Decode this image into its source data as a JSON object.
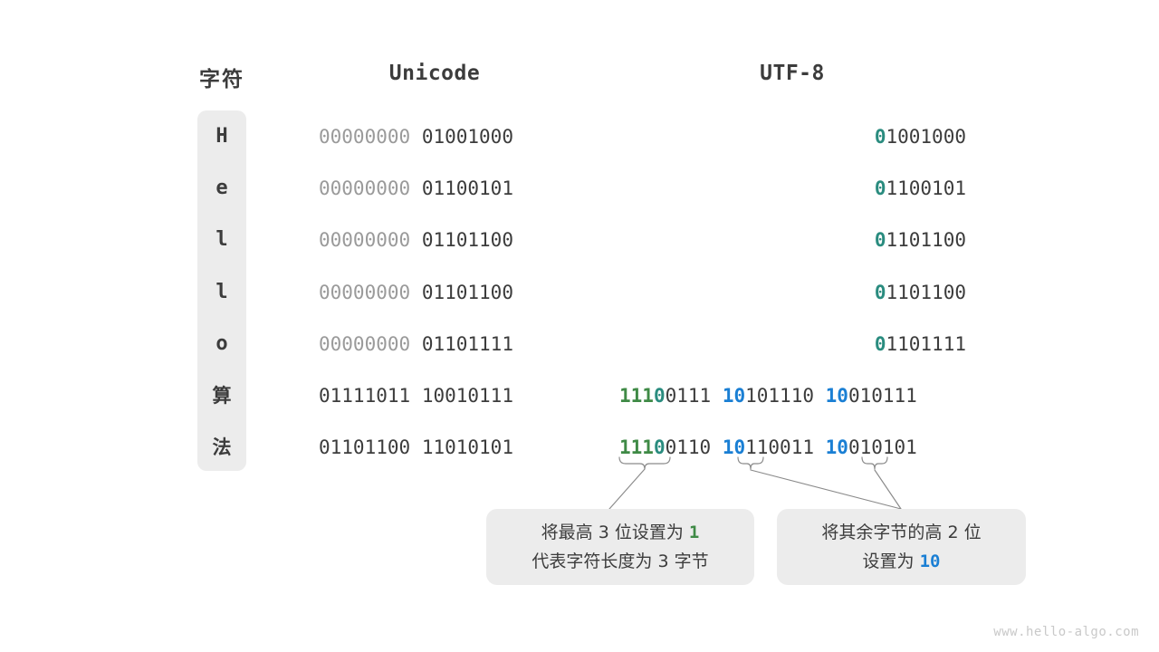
{
  "headers": {
    "char": "字符",
    "unicode": "Unicode",
    "utf8": "UTF-8"
  },
  "rows": [
    {
      "char": "H",
      "char_is_mono": true,
      "unicode_high": "00000000",
      "unicode_low": "01001000",
      "utf8_bytes": [
        {
          "prefix": "0",
          "prefix_color": "teal",
          "rest": "1001000"
        }
      ]
    },
    {
      "char": "e",
      "char_is_mono": true,
      "unicode_high": "00000000",
      "unicode_low": "01100101",
      "utf8_bytes": [
        {
          "prefix": "0",
          "prefix_color": "teal",
          "rest": "1100101"
        }
      ]
    },
    {
      "char": "l",
      "char_is_mono": true,
      "unicode_high": "00000000",
      "unicode_low": "01101100",
      "utf8_bytes": [
        {
          "prefix": "0",
          "prefix_color": "teal",
          "rest": "1101100"
        }
      ]
    },
    {
      "char": "l",
      "char_is_mono": true,
      "unicode_high": "00000000",
      "unicode_low": "01101100",
      "utf8_bytes": [
        {
          "prefix": "0",
          "prefix_color": "teal",
          "rest": "1101100"
        }
      ]
    },
    {
      "char": "o",
      "char_is_mono": true,
      "unicode_high": "00000000",
      "unicode_low": "01101111",
      "utf8_bytes": [
        {
          "prefix": "0",
          "prefix_color": "teal",
          "rest": "1101111"
        }
      ]
    },
    {
      "char": "算",
      "char_is_mono": false,
      "unicode_high": "01111011",
      "unicode_low": "10010111",
      "utf8_bytes": [
        {
          "prefix": "111",
          "prefix_color": "green",
          "prefix2": "0",
          "prefix2_color": "teal",
          "rest": "0111"
        },
        {
          "prefix": "10",
          "prefix_color": "blue",
          "rest": "101110"
        },
        {
          "prefix": "10",
          "prefix_color": "blue",
          "rest": "010111"
        }
      ]
    },
    {
      "char": "法",
      "char_is_mono": false,
      "unicode_high": "01101100",
      "unicode_low": "11010101",
      "utf8_bytes": [
        {
          "prefix": "111",
          "prefix_color": "green",
          "prefix2": "0",
          "prefix2_color": "teal",
          "rest": "0110"
        },
        {
          "prefix": "10",
          "prefix_color": "blue",
          "rest": "110011"
        },
        {
          "prefix": "10",
          "prefix_color": "blue",
          "rest": "010101"
        }
      ]
    }
  ],
  "callouts": [
    {
      "line1_a": "将最高 3 位设置为 ",
      "line1_b": "1",
      "line1_b_color": "green",
      "line2_a": "代表字符长度为 3 字节",
      "line2_b": "",
      "line2_b_color": ""
    },
    {
      "line1_a": "将其余字节的高 2 位",
      "line1_b": "",
      "line1_b_color": "",
      "line2_a": "设置为 ",
      "line2_b": "10",
      "line2_b_color": "blue"
    }
  ],
  "watermark": "www.hello-algo.com",
  "colors": {
    "green": "#3f8a46",
    "teal": "#2a8c7f",
    "blue": "#1a7fd4",
    "dark": "#3c3c3c",
    "dim": "#9a9a9a",
    "chip_bg": "#ececec"
  }
}
